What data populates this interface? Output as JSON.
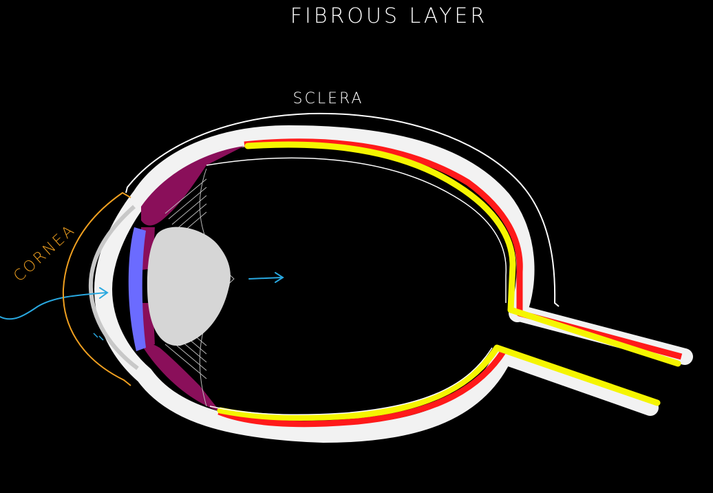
{
  "title": "FIBROUS LAYER",
  "labels": {
    "sclera": "SCLERA",
    "cornea": "CORNEA"
  },
  "colors": {
    "background": "#000000",
    "fibrous_layer": "#f2f2f2",
    "choroid_red": "#ff1a1a",
    "retina_yellow": "#f5f500",
    "ciliary_body": "#8a0f5a",
    "iris_blue": "#6b6bff",
    "lens": "#d6d6d6",
    "cornea_bracket": "#f0a020",
    "light_ray": "#29a8e0",
    "sclera_bracket": "#ffffff",
    "text": "#ffffff"
  }
}
